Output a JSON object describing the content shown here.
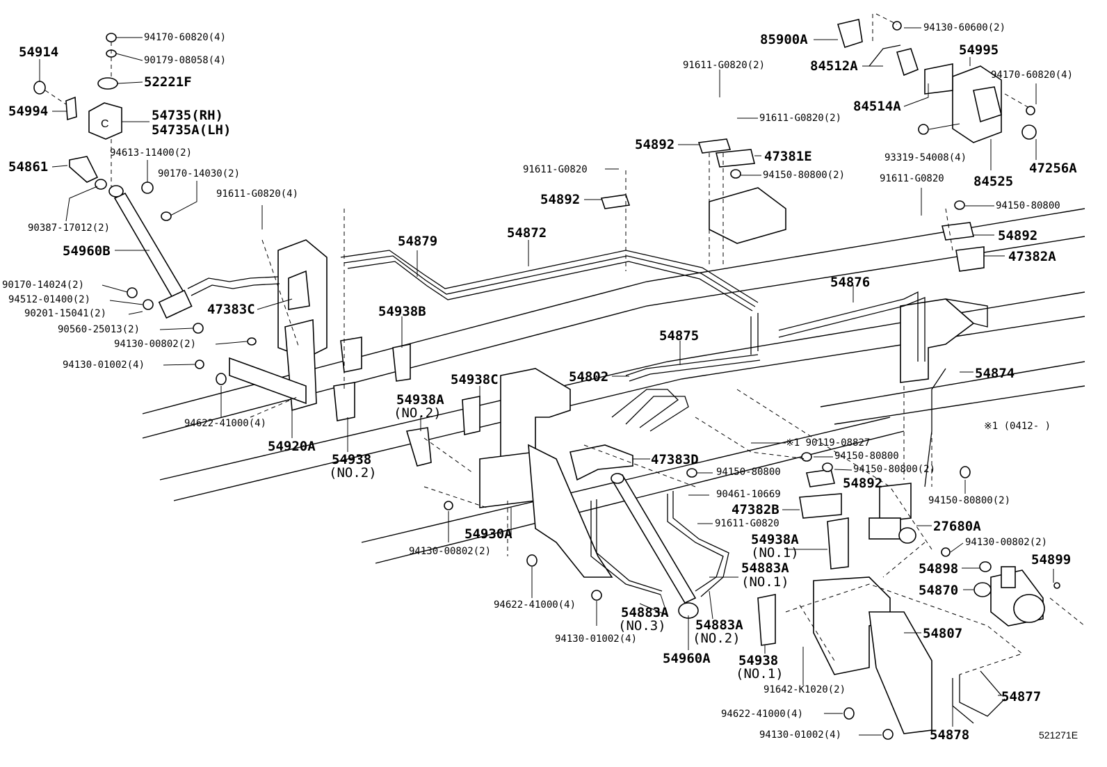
{
  "diagram_id": "521271E",
  "note": "※1 (0412-      )",
  "labels": {
    "l54914": "54914",
    "l54994": "54994",
    "l94170a": "94170-60820(4)",
    "l90179": "90179-08058(4)",
    "l52221f": "52221F",
    "l54735": "54735(RH)",
    "l54735a": "54735A(LH)",
    "l94613": "94613-11400(2)",
    "l90170a": "90170-14030(2)",
    "l54861": "54861",
    "l91611a": "91611-G0820(4)",
    "l90387": "90387-17012(2)",
    "l54960b": "54960B",
    "l90170b": "90170-14024(2)",
    "l94512": "94512-01400(2)",
    "l90201": "90201-15041(2)",
    "l90560": "90560-25013(2)",
    "l94130a": "94130-00802(2)",
    "l94130b": "94130-01002(4)",
    "l94622a": "94622-41000(4)",
    "l54920a": "54920A",
    "l54938": "54938",
    "l54938no2": "(NO.2)",
    "l47383c": "47383C",
    "l54938b": "54938B",
    "l54879": "54879",
    "l54872": "54872",
    "l54938c": "54938C",
    "l54938a": "54938A",
    "l54938ano2": "(NO.2)",
    "l54930a": "54930A",
    "l94130c": "94130-00802(2)",
    "l94622b": "94622-41000(4)",
    "l94130d": "94130-01002(4)",
    "l54802": "54802",
    "l47383d": "47383D",
    "l54875": "54875",
    "l54876": "54876",
    "l54874": "54874",
    "l54883a3": "54883A",
    "l54883a3no": "(NO.3)",
    "l54960a": "54960A",
    "l54883a2": "54883A",
    "l54883a2no": "(NO.2)",
    "l54883a1": "54883A",
    "l54883a1no": "(NO.1)",
    "l54938a1": "54938A",
    "l54938a1no": "(NO.1)",
    "l549381": "54938",
    "l549381no": "(NO.1)",
    "l91642": "91642-K1020(2)",
    "l94622c": "94622-41000(4)",
    "l94130e": "94130-01002(4)",
    "l54878": "54878",
    "l54877": "54877",
    "l54807": "54807",
    "l54870": "54870",
    "l54898": "54898",
    "l54899": "54899",
    "l94130f": "94130-00802(2)",
    "l27680a": "27680A",
    "l94150c": "94150-80800(2)",
    "l94150d": "94150-80800(2)",
    "l94150e": "94150-80800",
    "l90119": "※1 90119-08827",
    "l54892d": "54892",
    "l94150f": "94150-80800",
    "l90461": "90461-10669",
    "l47382b": "47382B",
    "l91611e": "91611-G0820",
    "l85900a": "85900A",
    "l94130g": "94130-60600(2)",
    "l84512a": "84512A",
    "l54995": "54995",
    "l84514a": "84514A",
    "l94170b": "94170-60820(4)",
    "l93319": "93319-54008(4)",
    "l84525": "84525",
    "l47256a": "47256A",
    "l91611b": "91611-G0820(2)",
    "l91611c": "91611-G0820(2)",
    "l54892a": "54892",
    "l47381e": "47381E",
    "l94150a": "94150-80800(2)",
    "l91611d": "91611-G0820",
    "l54892b": "54892",
    "l91611f": "91611-G0820",
    "l94150b": "94150-80800",
    "l54892c": "54892",
    "l47382a": "47382A"
  }
}
